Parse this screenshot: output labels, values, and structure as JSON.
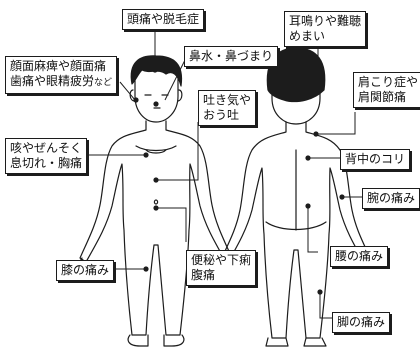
{
  "colors": {
    "ink": "#1c1c1c",
    "paper": "#ffffff"
  },
  "callouts": {
    "headache": {
      "line1": "頭痛や脱毛症"
    },
    "face": {
      "line1": "顔面麻痺や顔面痛",
      "line2": "歯痛や眼精疲労",
      "line2_suffix": "など"
    },
    "nose": {
      "line1": "鼻水・鼻づまり"
    },
    "nausea": {
      "line1": "吐き気や",
      "line2": "おう吐"
    },
    "cough": {
      "line1": "咳やぜんそく",
      "line2": "息切れ・胸痛"
    },
    "knee": {
      "line1": "膝の痛み"
    },
    "constipation": {
      "line1": "便秘や下痢",
      "line2": "腹痛"
    },
    "tinnitus": {
      "line1": "耳鳴りや難聴",
      "line2": "めまい"
    },
    "shoulder": {
      "line1": "肩こり症や",
      "line2": "肩関節痛"
    },
    "back": {
      "line1": "背中のコリ"
    },
    "arm": {
      "line1": "腕の痛み"
    },
    "lowback": {
      "line1": "腰の痛み"
    },
    "leg": {
      "line1": "脚の痛み"
    }
  }
}
